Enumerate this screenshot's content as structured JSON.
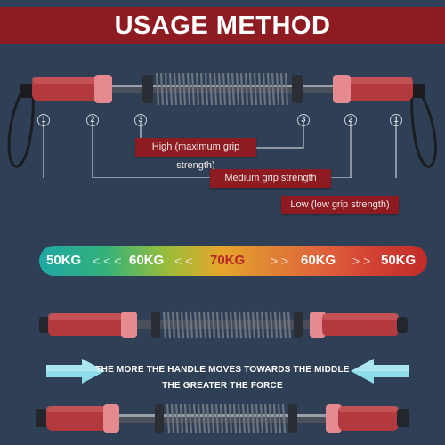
{
  "header": {
    "title": "USAGE METHOD"
  },
  "markers": [
    "1",
    "2",
    "3",
    "3",
    "2",
    "1"
  ],
  "levels": [
    {
      "text": "High (maximum grip strength)"
    },
    {
      "text": "Medium grip strength"
    },
    {
      "text": "Low (low grip strength)"
    }
  ],
  "scale": {
    "labels": [
      "50KG",
      "60KG",
      "70KG",
      "60KG",
      "50KG"
    ]
  },
  "caption": {
    "line1": "THE MORE THE HANDLE MOVES TOWARDS THE MIDDLE",
    "line2": "THE GREATER THE FORCE"
  },
  "colors": {
    "background": "#2f3f56",
    "banner": "#8e1b22",
    "handle": "#b23a3f",
    "arrow": "#8fdbe8"
  }
}
